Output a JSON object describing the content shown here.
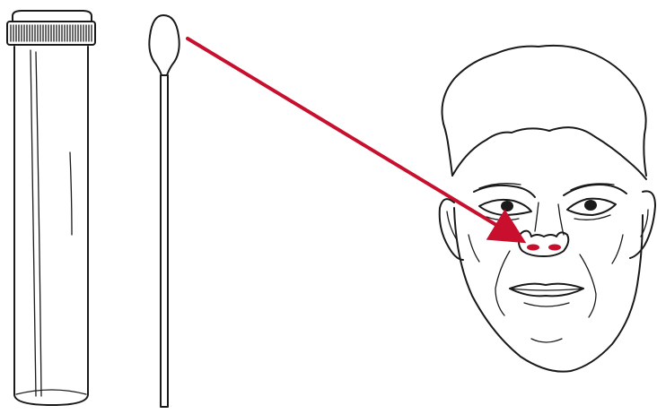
{
  "colors": {
    "background": "#ffffff",
    "outline": "#1a1a1a",
    "arrow": "#c8102e",
    "nostril": "#c8102e"
  },
  "items": [
    {
      "id": "tube",
      "icon": "specimen-tube-icon"
    },
    {
      "id": "swab",
      "icon": "nasal-swab-icon"
    },
    {
      "id": "face",
      "icon": "face-front-icon"
    },
    {
      "id": "arrow",
      "icon": "arrow-icon"
    }
  ]
}
